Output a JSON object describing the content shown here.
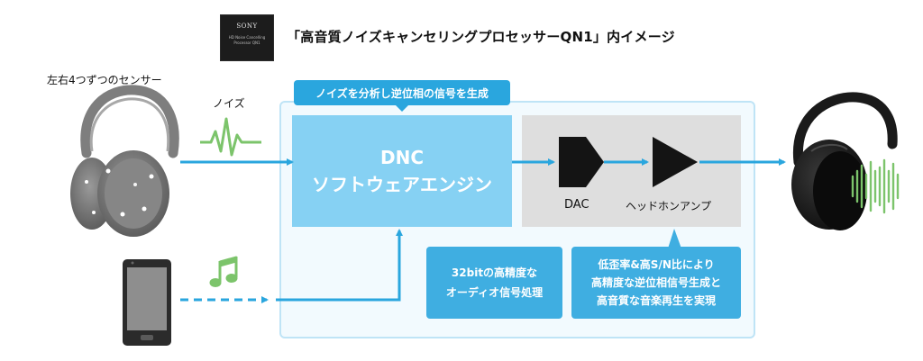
{
  "chip": {
    "brand": "SONY",
    "subtitle_line1": "HD Noise Cancelling",
    "subtitle_line2": "Processor QN1"
  },
  "title": "「高音質ノイズキャンセリングプロセッサーQN1」内イメージ",
  "sensors_label": "左右4つずつのセンサー",
  "noise_label": "ノイズ",
  "top_label": "ノイズを分析し逆位相の信号を生成",
  "dnc": {
    "line1": "DNC",
    "line2": "ソフトウェアエンジン"
  },
  "dac_label": "DAC",
  "amp_label": "ヘッドホンアンプ",
  "box32": {
    "line1": "32bitの高精度な",
    "line2": "オーディオ信号処理"
  },
  "box_distortion": {
    "line1": "低歪率&高S/N比により",
    "line2": "高精度な逆位相信号生成と",
    "line3": "高音質な音楽再生を実現"
  },
  "colors": {
    "arrow": "#2aa6de",
    "dnc_fill": "#86d1f3",
    "label_fill": "#2aa6de",
    "wave": "#7cc46b",
    "panel_gray": "#dedede"
  }
}
